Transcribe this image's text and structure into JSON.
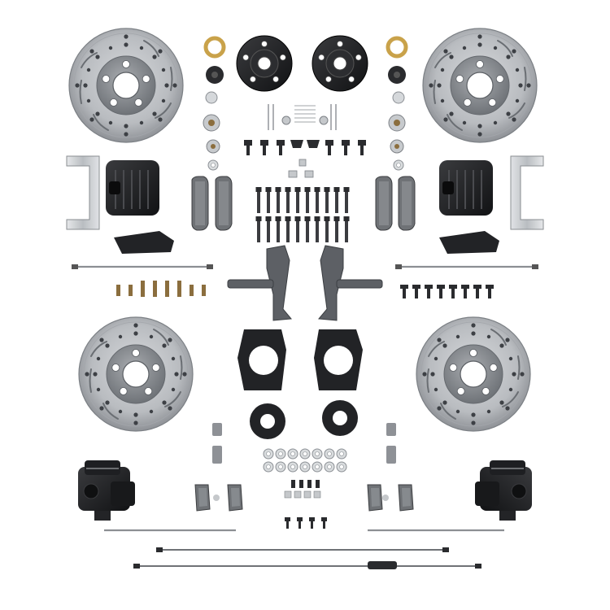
{
  "image": {
    "description_visible_text": "",
    "background": "#ffffff",
    "colors": {
      "rotor_face": "#b9bcc0",
      "rotor_hat": "#8f9398",
      "caliper_black": "#1b1c1e",
      "bracket_black": "#222326",
      "zinc": "#cfd3d6",
      "bolt_black": "#2a2b2e",
      "seal_brass": "#c9a24a",
      "pad_gray": "#6f7276",
      "line_gray": "#8c8f93"
    },
    "parts": [
      {
        "name": "front-rotor-left",
        "icon": "drilled-slotted-rotor"
      },
      {
        "name": "front-rotor-right",
        "icon": "drilled-slotted-rotor"
      },
      {
        "name": "rear-rotor-left",
        "icon": "drilled-slotted-rotor"
      },
      {
        "name": "rear-rotor-right",
        "icon": "drilled-slotted-rotor"
      },
      {
        "name": "hub-left",
        "icon": "black-hub"
      },
      {
        "name": "hub-right",
        "icon": "black-hub"
      },
      {
        "name": "front-caliper-left",
        "icon": "finned-caliper"
      },
      {
        "name": "front-caliper-right",
        "icon": "finned-caliper"
      },
      {
        "name": "rear-caliper-left",
        "icon": "rear-caliper"
      },
      {
        "name": "rear-caliper-right",
        "icon": "rear-caliper"
      },
      {
        "name": "spindle-left",
        "icon": "drop-spindle"
      },
      {
        "name": "spindle-right",
        "icon": "drop-spindle"
      },
      {
        "name": "parking-brake-cables",
        "icon": "cable"
      }
    ]
  }
}
